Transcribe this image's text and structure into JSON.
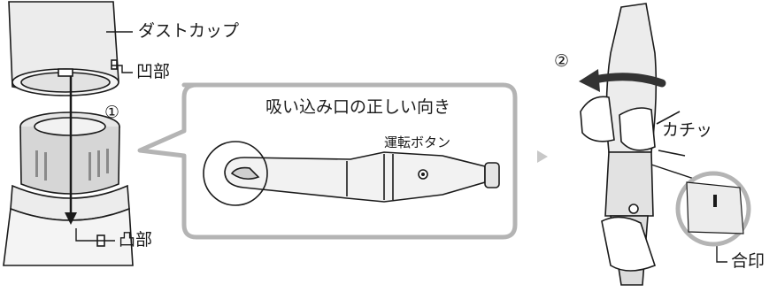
{
  "labels": {
    "dust_cup": "ダストカップ",
    "recess": "凹部",
    "step1": "①",
    "protrusion": "凸部",
    "correct_direction": "吸い込み口の正しい向き",
    "power_button": "運転ボタン",
    "step2": "②",
    "click_sound": "カチッ",
    "alignment_mark": "合印"
  },
  "colors": {
    "stroke": "#1a1a1a",
    "callout_border": "#b4b4b4",
    "callout_fill": "#ffffff",
    "cup_fill": "#ececec",
    "filter_fill": "#d6d6d6",
    "arrow_gray": "#c8c8c8",
    "rotate_arrow": "#333333"
  }
}
